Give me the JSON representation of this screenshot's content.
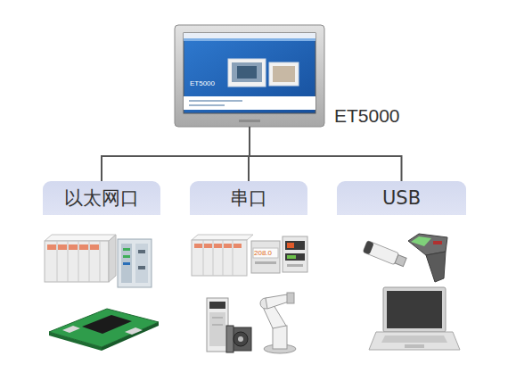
{
  "diagram": {
    "nodes": [
      {
        "text": [
          "ET5000"
        ]
      },
      {
        "text": [
          "以太网口"
        ]
      },
      {
        "text": [
          "串口"
        ]
      },
      {
        "text": [
          "USB"
        ]
      }
    ],
    "edges": [
      {
        "from": 0,
        "to": 1,
        "arrow": "none"
      },
      {
        "from": 0,
        "to": 2,
        "arrow": "none"
      },
      {
        "from": 0,
        "to": 3,
        "arrow": "none"
      }
    ],
    "labels": [
      "ET5000",
      "208.0"
    ]
  }
}
